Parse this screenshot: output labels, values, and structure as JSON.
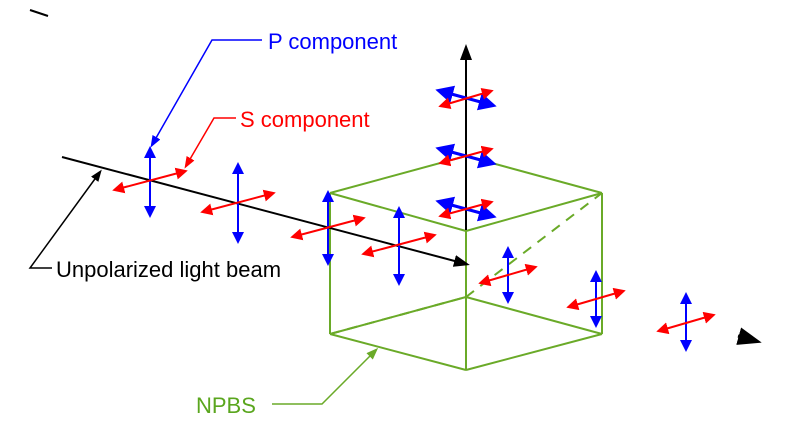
{
  "labels": {
    "p_component": "P component",
    "s_component": "S component",
    "beam": "Unpolarized light beam",
    "npbs": "NPBS"
  },
  "colors": {
    "p": "#0000ff",
    "s": "#ff0000",
    "cube": "#6aaa28",
    "beam": "#000000",
    "npbs_label": "#5aa61e"
  },
  "icons": {
    "p_arrow": "double-arrow-vertical",
    "s_arrow": "double-arrow-diagonal"
  }
}
